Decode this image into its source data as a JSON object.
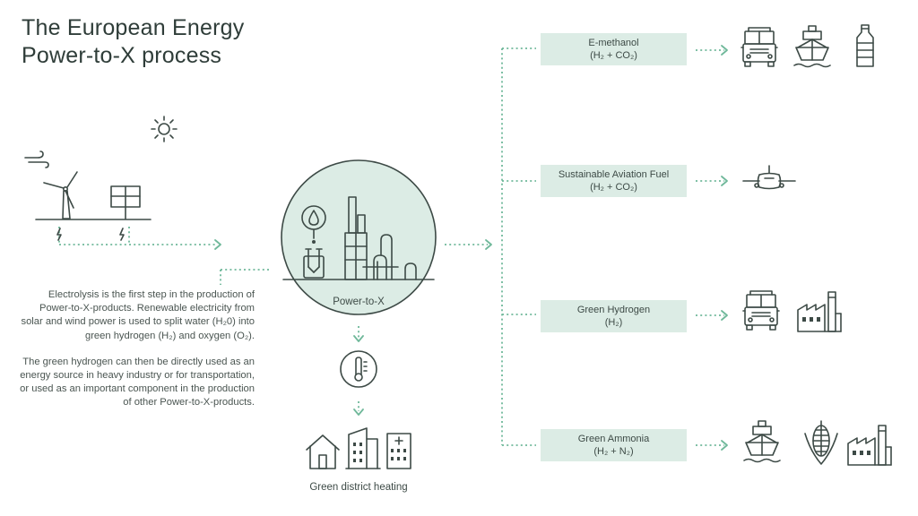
{
  "title": {
    "line1": "The European Energy",
    "line2": "Power-to-X process"
  },
  "description": {
    "p1": "Electrolysis is the first step in the production of Power-to-X-products. Renewable electricity from solar and wind power is used to split water (H₂0) into green hydrogen (H₂) and oxygen (O₂).",
    "p2": "The green hydrogen can then be directly used as an energy source in heavy industry or for transportation, or used as an important component in the production of other Power-to-X-products."
  },
  "center": {
    "label": "Power-to-X"
  },
  "heating": {
    "label": "Green district heating"
  },
  "outputs": [
    {
      "name": "E-methanol",
      "formula": "(H₂ + CO₂)",
      "icons": [
        "truck-icon",
        "ship-icon",
        "bottle-icon"
      ]
    },
    {
      "name": "Sustainable Aviation Fuel",
      "formula": "(H₂ + CO₂)",
      "icons": [
        "airplane-icon"
      ]
    },
    {
      "name": "Green Hydrogen",
      "formula": "(H₂)",
      "icons": [
        "truck-icon",
        "factory-icon"
      ]
    },
    {
      "name": "Green Ammonia",
      "formula": "(H₂ + N₂)",
      "icons": [
        "ship-icon",
        "corn-icon",
        "factory-icon"
      ]
    }
  ],
  "sources": [
    "wind-icon",
    "wind-turbine-icon",
    "sun-icon",
    "solar-panel-icon"
  ],
  "colors": {
    "accent": "#6fb89a",
    "circle_fill": "#dcece5",
    "label_fill": "#dcece5",
    "ink": "#3d4a46"
  }
}
